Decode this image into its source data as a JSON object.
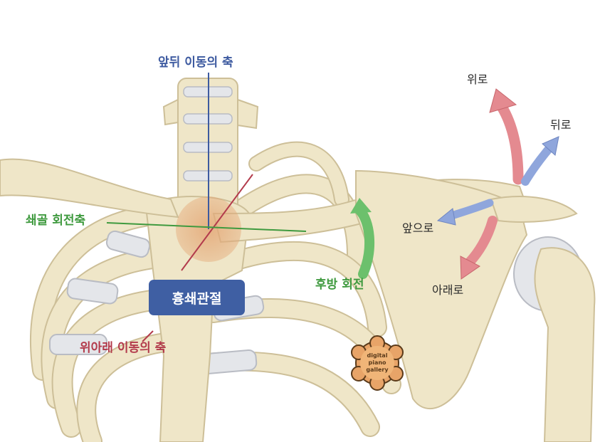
{
  "labels": {
    "ap_axis": "앞뒤 이동의 축",
    "up": "위로",
    "back": "뒤로",
    "forward": "앞으로",
    "down": "아래로",
    "clavicle_axis": "쇄골 회전축",
    "posterior_rotation": "후방 회전",
    "joint": "흉쇄관절",
    "si_axis": "위아래 이동의 축"
  },
  "watermark": [
    "digital",
    "piano",
    "gallery"
  ],
  "colors": {
    "blue": "#3d5aa0",
    "red": "#b33b4c",
    "green": "#3f9a3f",
    "bone": "#efe6c8",
    "cartilage": "#e4e6ea",
    "joint_badge": "#3f5fa3",
    "arrow_red": "#e48a90",
    "arrow_blue": "#8fa6dc",
    "arrow_green": "#6cc06c"
  }
}
